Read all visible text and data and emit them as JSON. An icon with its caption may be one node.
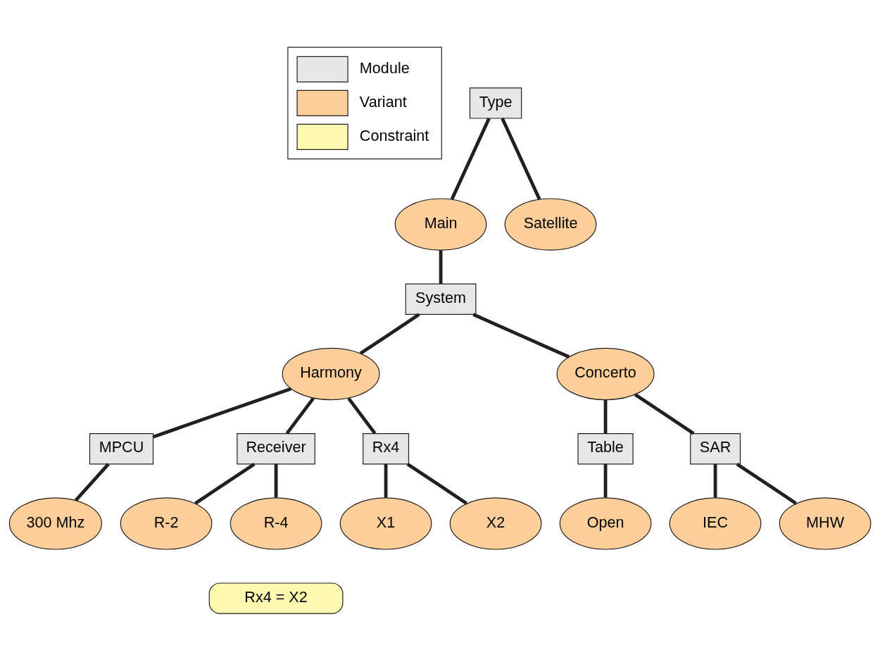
{
  "diagram": {
    "nodes": [
      {
        "text": [
          "Type"
        ]
      },
      {
        "text": [
          "Main"
        ]
      },
      {
        "text": [
          "Satellite"
        ]
      },
      {
        "text": [
          "System"
        ]
      },
      {
        "text": [
          "Harmony"
        ]
      },
      {
        "text": [
          "Concerto"
        ]
      },
      {
        "text": [
          "MPCU"
        ]
      },
      {
        "text": [
          "Receiver"
        ]
      },
      {
        "text": [
          "Rx4"
        ]
      },
      {
        "text": [
          "Table"
        ]
      },
      {
        "text": [
          "SAR"
        ]
      },
      {
        "text": [
          "300 Mhz"
        ]
      },
      {
        "text": [
          "R-2"
        ]
      },
      {
        "text": [
          "R-4"
        ]
      },
      {
        "text": [
          "X1"
        ]
      },
      {
        "text": [
          "X2"
        ]
      },
      {
        "text": [
          "Open"
        ]
      },
      {
        "text": [
          "IEC"
        ]
      },
      {
        "text": [
          "MHW"
        ]
      },
      {
        "text": [
          "Rx4 = X2"
        ]
      }
    ],
    "edges": [
      {
        "from": 0,
        "to": 1,
        "arrow": "none"
      },
      {
        "from": 0,
        "to": 2,
        "arrow": "none"
      },
      {
        "from": 1,
        "to": 3,
        "arrow": "none"
      },
      {
        "from": 3,
        "to": 4,
        "arrow": "none"
      },
      {
        "from": 3,
        "to": 5,
        "arrow": "none"
      },
      {
        "from": 4,
        "to": 6,
        "arrow": "none"
      },
      {
        "from": 4,
        "to": 7,
        "arrow": "none"
      },
      {
        "from": 4,
        "to": 8,
        "arrow": "none"
      },
      {
        "from": 5,
        "to": 9,
        "arrow": "none"
      },
      {
        "from": 5,
        "to": 10,
        "arrow": "none"
      },
      {
        "from": 6,
        "to": 11,
        "arrow": "none"
      },
      {
        "from": 7,
        "to": 12,
        "arrow": "none"
      },
      {
        "from": 7,
        "to": 13,
        "arrow": "none"
      },
      {
        "from": 8,
        "to": 14,
        "arrow": "none"
      },
      {
        "from": 8,
        "to": 15,
        "arrow": "none"
      },
      {
        "from": 9,
        "to": 16,
        "arrow": "none"
      },
      {
        "from": 10,
        "to": 17,
        "arrow": "none"
      },
      {
        "from": 10,
        "to": 18,
        "arrow": "none"
      }
    ],
    "legend": [
      {
        "text": "Module",
        "color": "#e6e7e8"
      },
      {
        "text": "Variant",
        "color": "#fccf9a"
      },
      {
        "text": "Constraint",
        "color": "#fff8b0"
      }
    ]
  }
}
